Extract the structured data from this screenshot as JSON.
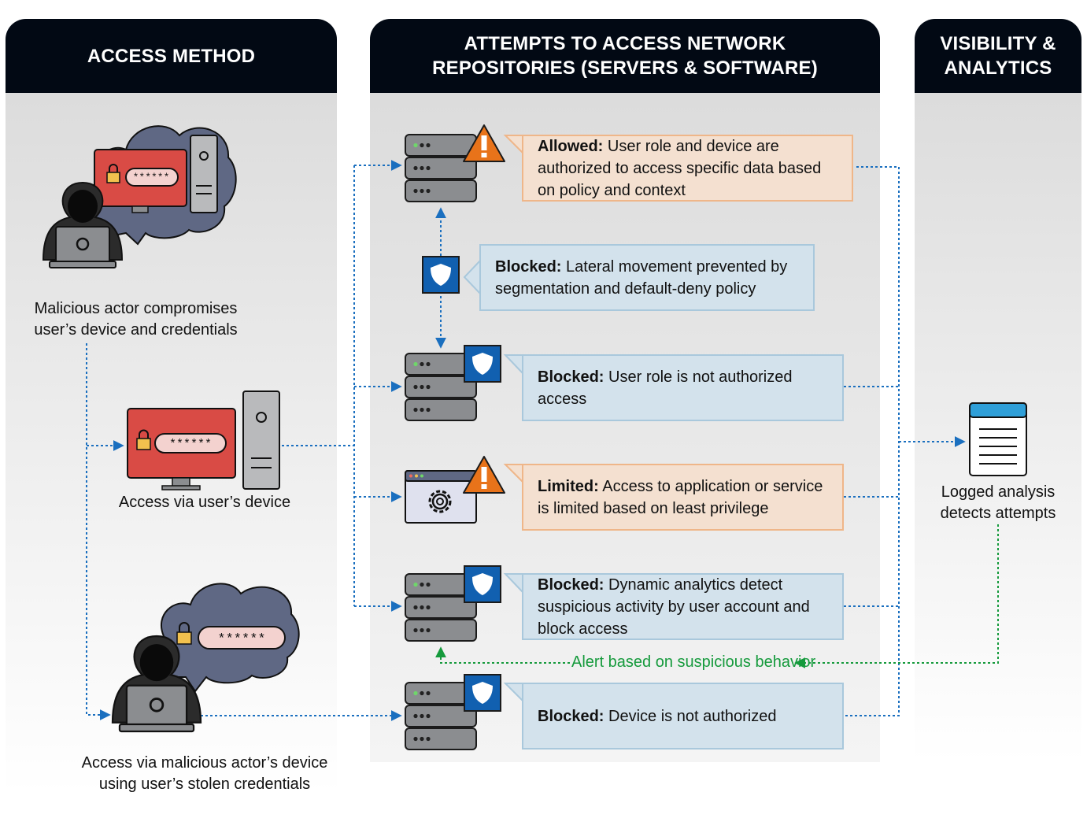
{
  "headers": {
    "access_method": "ACCESS METHOD",
    "attempts": "ATTEMPTS TO ACCESS NETWORK\nREPOSITORIES (SERVERS & SOFTWARE)",
    "visibility": "VISIBILITY &\nANALYTICS"
  },
  "access_methods": {
    "compromised": "Malicious actor compromises\nuser’s device and credentials",
    "user_device": "Access via user’s device",
    "actor_device": "Access via malicious actor’s device\nusing user’s stolen credentials"
  },
  "password_mask": "******",
  "callouts": [
    {
      "status": "Allowed:",
      "text": "User role and device are authorized to access specific data based on policy and context"
    },
    {
      "status": "Blocked:",
      "text": "Lateral movement prevented by segmentation and default-deny policy"
    },
    {
      "status": "Blocked:",
      "text": "User role is not authorized access"
    },
    {
      "status": "Limited:",
      "text": "Access to application or service is limited based on least privilege"
    },
    {
      "status": "Blocked:",
      "text": "Dynamic analytics detect suspicious activity by user account and block access"
    },
    {
      "status": "Blocked:",
      "text": "Device is not authorized"
    }
  ],
  "analytics": {
    "caption": "Logged analysis\ndetects attempts",
    "alert_label": "Alert based on suspicious behavior"
  },
  "colors": {
    "header_bg": "#020914",
    "allowed_fill": "#f4e0d0",
    "allowed_border": "#efb689",
    "blocked_fill": "#d3e2ec",
    "blocked_border": "#a9c8dc",
    "flow_line": "#1a6fbf",
    "alert_line": "#159a3c",
    "warning": "#e8731a",
    "shield": "#1160b0",
    "monitor_red": "#d94b45"
  }
}
